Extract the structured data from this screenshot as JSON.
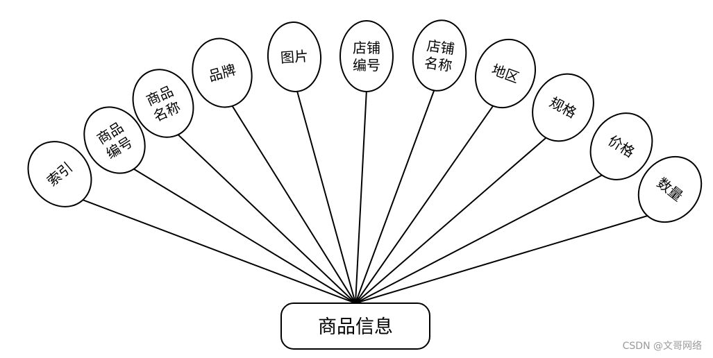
{
  "entity": {
    "label": "商品信息"
  },
  "attributes": [
    {
      "lines": [
        "索引"
      ]
    },
    {
      "lines": [
        "商品",
        "编号"
      ]
    },
    {
      "lines": [
        "商品",
        "名称"
      ]
    },
    {
      "lines": [
        "品牌"
      ]
    },
    {
      "lines": [
        "图片"
      ]
    },
    {
      "lines": [
        "店铺",
        "编号"
      ]
    },
    {
      "lines": [
        "店铺",
        "名称"
      ]
    },
    {
      "lines": [
        "地区"
      ]
    },
    {
      "lines": [
        "规格"
      ]
    },
    {
      "lines": [
        "价格"
      ]
    },
    {
      "lines": [
        "数量"
      ]
    }
  ],
  "watermark": "CSDN @文哥网络"
}
